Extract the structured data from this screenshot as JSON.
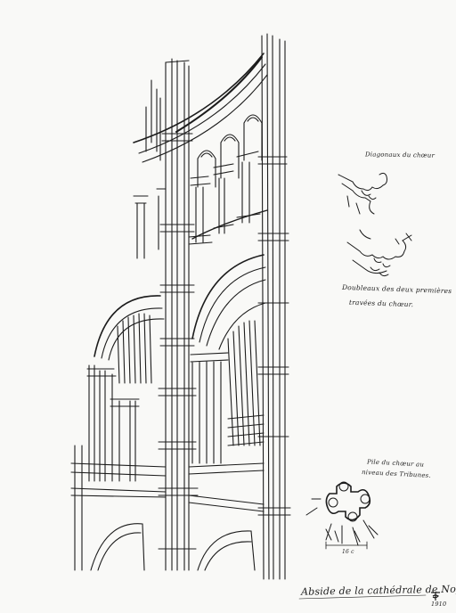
{
  "sheet": {
    "title": "Abside de la cathédrale de Noyon.",
    "year": "1910",
    "notes": {
      "diagonals": "Diagonaux du chœur",
      "doubleaux_line1": "Doubleaux des deux premières",
      "doubleaux_line2": "travées du chœur.",
      "plan_line1": "Pile du chœur au",
      "plan_line2": "niveau des Tribunes.",
      "scale": "16 c"
    },
    "colors": {
      "paper": "#f9f9f7",
      "ink": "#1c1c1c"
    },
    "icons": [
      "monogram-icon"
    ]
  }
}
